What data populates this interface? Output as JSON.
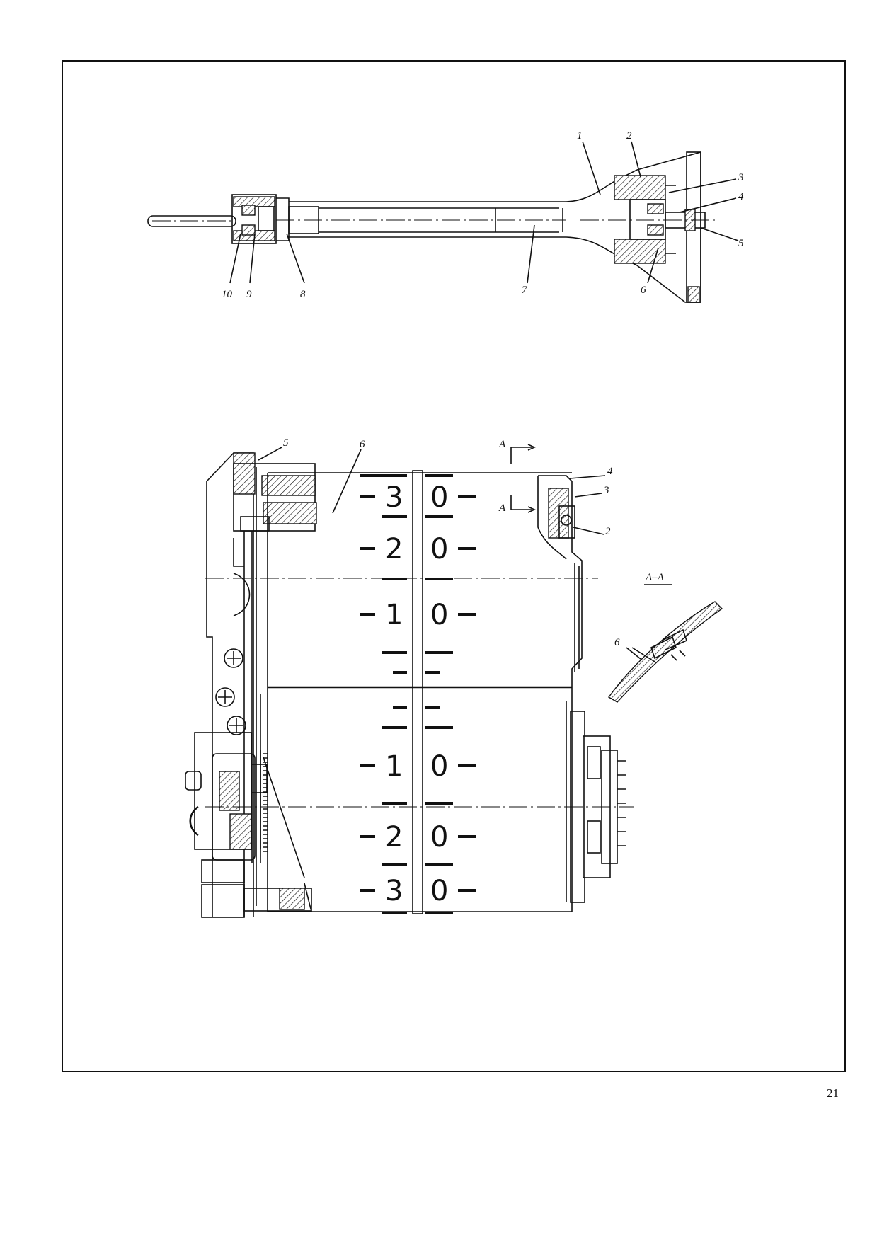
{
  "top_drawing": {
    "callouts": [
      {
        "id": "c1",
        "label": "1"
      },
      {
        "id": "c2",
        "label": "2"
      },
      {
        "id": "c3",
        "label": "3"
      },
      {
        "id": "c4",
        "label": "4"
      },
      {
        "id": "c5",
        "label": "5"
      },
      {
        "id": "c6",
        "label": "6"
      },
      {
        "id": "c7",
        "label": "7"
      },
      {
        "id": "c8",
        "label": "8"
      },
      {
        "id": "c9",
        "label": "9"
      },
      {
        "id": "c10",
        "label": "10"
      }
    ]
  },
  "bottom_drawing": {
    "callouts": [
      {
        "id": "b5",
        "label": "5"
      },
      {
        "id": "b6",
        "label": "6"
      },
      {
        "id": "b4",
        "label": "4"
      },
      {
        "id": "b3",
        "label": "3"
      },
      {
        "id": "b2",
        "label": "2"
      }
    ],
    "section_marks": {
      "upper": "A",
      "lower": "A"
    },
    "section_title": "A–A",
    "detail_callout": "6",
    "scale_upper": [
      {
        "left": "3",
        "right": "0"
      },
      {
        "left": "2",
        "right": "0"
      },
      {
        "left": "1",
        "right": "0"
      }
    ],
    "scale_lower": [
      {
        "left": "1",
        "right": "0"
      },
      {
        "left": "2",
        "right": "0"
      },
      {
        "left": "3",
        "right": "0"
      }
    ]
  },
  "page_number": "21"
}
